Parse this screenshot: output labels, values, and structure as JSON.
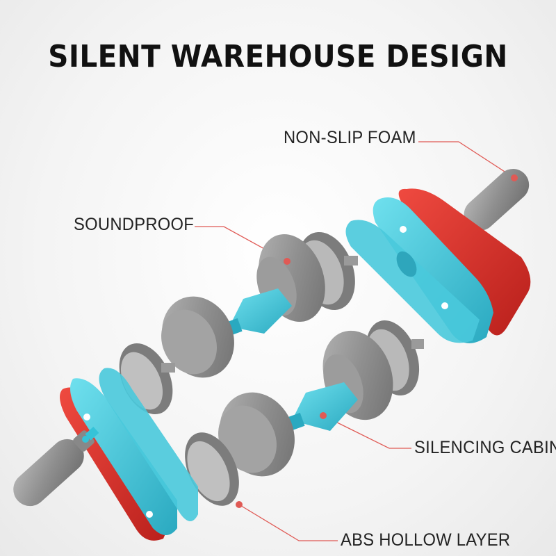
{
  "title": "SILENT WAREHOUSE DESIGN",
  "callouts": {
    "non_slip_foam": "NON-SLIP FOAM",
    "soundproof": "SOUNDPROOF",
    "silencing_cabin": "SILENCING CABIN",
    "abs_hollow_layer": "ABS HOLLOW LAYER"
  },
  "colors": {
    "gray": "#8e8e8e",
    "cyan": "#35c3d8",
    "red": "#d8302a",
    "leader": "#e05a55"
  },
  "icons": [
    "handle-icon",
    "wheel-icon",
    "bracket-plate-icon",
    "hub-icon"
  ]
}
